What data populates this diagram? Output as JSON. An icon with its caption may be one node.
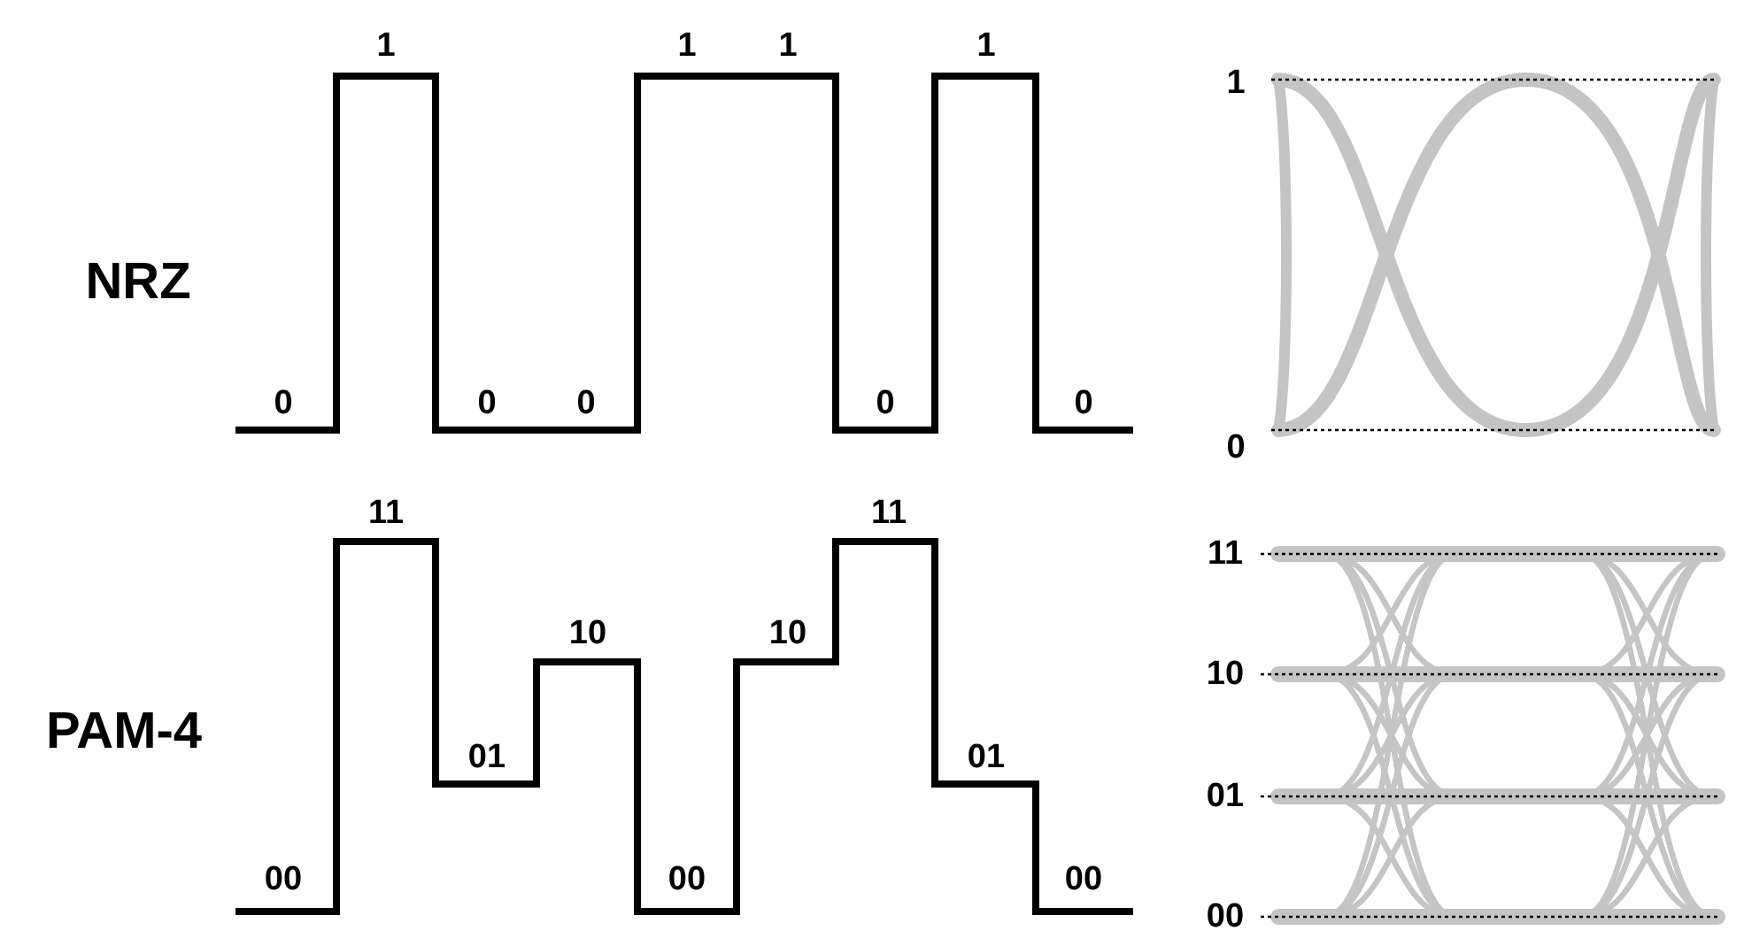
{
  "diagram": {
    "labels": [
      "NRZ",
      "0",
      "1",
      "0",
      "0",
      "1",
      "1",
      "0",
      "1",
      "0",
      "1",
      "0",
      "PAM-4",
      "00",
      "11",
      "01",
      "10",
      "00",
      "10",
      "11",
      "01",
      "00",
      "11",
      "10",
      "01",
      "00"
    ]
  }
}
